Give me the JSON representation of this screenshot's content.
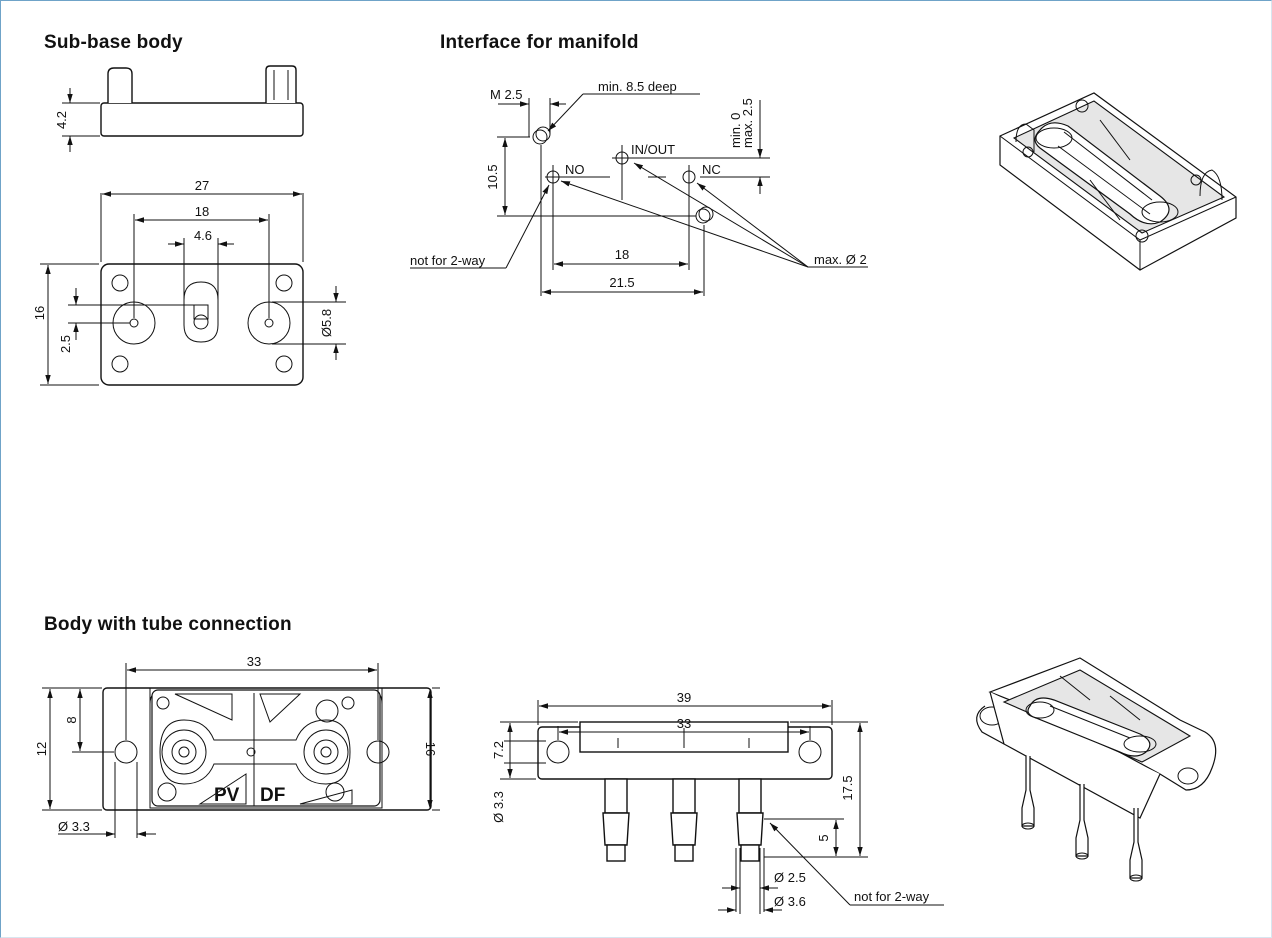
{
  "sections": {
    "subbase_title": "Sub-base body",
    "interface_title": "Interface for manifold",
    "tube_title": "Body with tube connection"
  },
  "subbase": {
    "dim_height": "4.2",
    "dim_width": "27",
    "dim_port_spacing": "18",
    "dim_slot": "4.6",
    "dim_depth": "16",
    "dim_offset": "2.5",
    "dim_port_dia": "Ø5.8"
  },
  "interface": {
    "thread": "M 2.5",
    "thread_depth": "min. 8.5 deep",
    "port_in": "IN/OUT",
    "port_no": "NO",
    "port_nc": "NC",
    "dim_min": "min. 0",
    "dim_max": "max. 2.5",
    "dim_vertical": "10.5",
    "dim_inner": "18",
    "dim_outer": "21.5",
    "note_2way": "not for 2-way",
    "note_max_dia": "max. Ø 2"
  },
  "tube": {
    "top_dim_33": "33",
    "top_dim_12": "12",
    "top_dim_8": "8",
    "top_dim_16": "16",
    "top_hole_dia": "Ø 3.3",
    "label_pv": "PV",
    "label_df": "DF",
    "side_dim_39": "39",
    "side_dim_33": "33",
    "side_dim_7_2": "7.2",
    "side_dim_3_3": "Ø 3.3",
    "side_dim_17_5": "17.5",
    "side_dim_5": "5",
    "side_dim_2_5": "Ø 2.5",
    "side_dim_3_6": "Ø 3.6",
    "side_note_2way": "not for 2-way"
  }
}
